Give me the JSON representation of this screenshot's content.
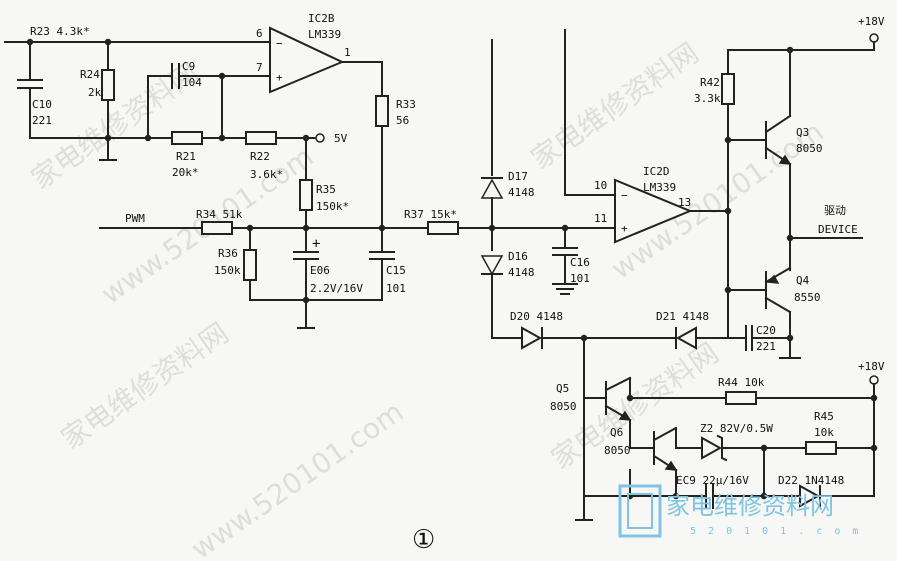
{
  "labels": {
    "r23": "R23 4.3k*",
    "ic2b_name": "IC2B",
    "ic2b_part": "LM339",
    "ic2b_pin6": "6",
    "ic2b_pin7": "7",
    "ic2b_pin1": "1",
    "ic2b_minus": "−",
    "ic2b_plus": "+",
    "r24": "R24",
    "r24_val": "2k",
    "c9": "C9",
    "c9_val": "104",
    "c10": "C10",
    "c10_val": "221",
    "r21": "R21",
    "r21_val": "20k*",
    "r22": "R22",
    "r22_val": "3.6k*",
    "v5": "5V",
    "r33": "R33",
    "r33_val": "56",
    "r35": "R35",
    "r35_val": "150k*",
    "pwm": "PWM",
    "r34": "R34 51k",
    "r36": "R36",
    "r36_val": "150k",
    "e06": "E06",
    "e06_val": "2.2V/16V",
    "e06_plus": "+",
    "c15": "C15",
    "c15_val": "101",
    "r37": "R37 15k*",
    "d17": "D17",
    "d17_val": "4148",
    "d16": "D16",
    "d16_val": "4148",
    "c16": "C16",
    "c16_val": "101",
    "ic2d_name": "IC2D",
    "ic2d_part": "LM339",
    "ic2d_pin10": "10",
    "ic2d_pin11": "11",
    "ic2d_pin13": "13",
    "ic2d_minus": "−",
    "ic2d_plus": "+",
    "r42": "R42",
    "r42_val": "3.3k",
    "q3": "Q3",
    "q3_val": "8050",
    "v18_top": "+18V",
    "drive_cn": "驱动",
    "device": "DEVICE",
    "q4": "Q4",
    "q4_val": "8550",
    "c20": "C20",
    "c20_val": "221",
    "d20": "D20 4148",
    "d21": "D21 4148",
    "q5": "Q5",
    "q5_val": "8050",
    "r44": "R44 10k",
    "v18_bottom": "+18V",
    "q6": "Q6",
    "q6_val": "8050",
    "z2": "Z2 82V/0.5W",
    "r45": "R45",
    "r45_val": "10k",
    "ec9": "EC9 22μ/16V",
    "d22": "D22 1N4148",
    "figure_mark": "①"
  },
  "watermark": {
    "brand_cn": "家电维修资料网",
    "brand_url": "5 2 0 1 0 1 . c o m",
    "wm_text_1": "家电维修资料网",
    "wm_text_2": "www.520101.com"
  }
}
